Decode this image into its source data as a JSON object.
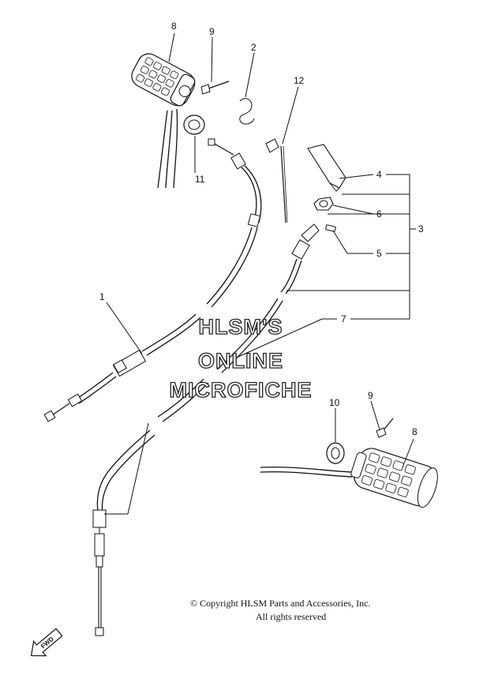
{
  "callouts": {
    "c1": "1",
    "c2": "2",
    "c3": "3",
    "c4": "4",
    "c5": "5",
    "c6": "6",
    "c7": "7",
    "c8a": "8",
    "c8b": "8",
    "c9a": "9",
    "c9b": "9",
    "c10": "10",
    "c11": "11",
    "c12": "12"
  },
  "watermark": {
    "line1": "HLSM'S",
    "line2": "ONLINE",
    "line3": "MICROFICHE"
  },
  "copyright": {
    "line1": "© Copyright HLSM Parts and Accessories, Inc.",
    "line2": "All rights reserved"
  },
  "fwd_label": "FWD"
}
